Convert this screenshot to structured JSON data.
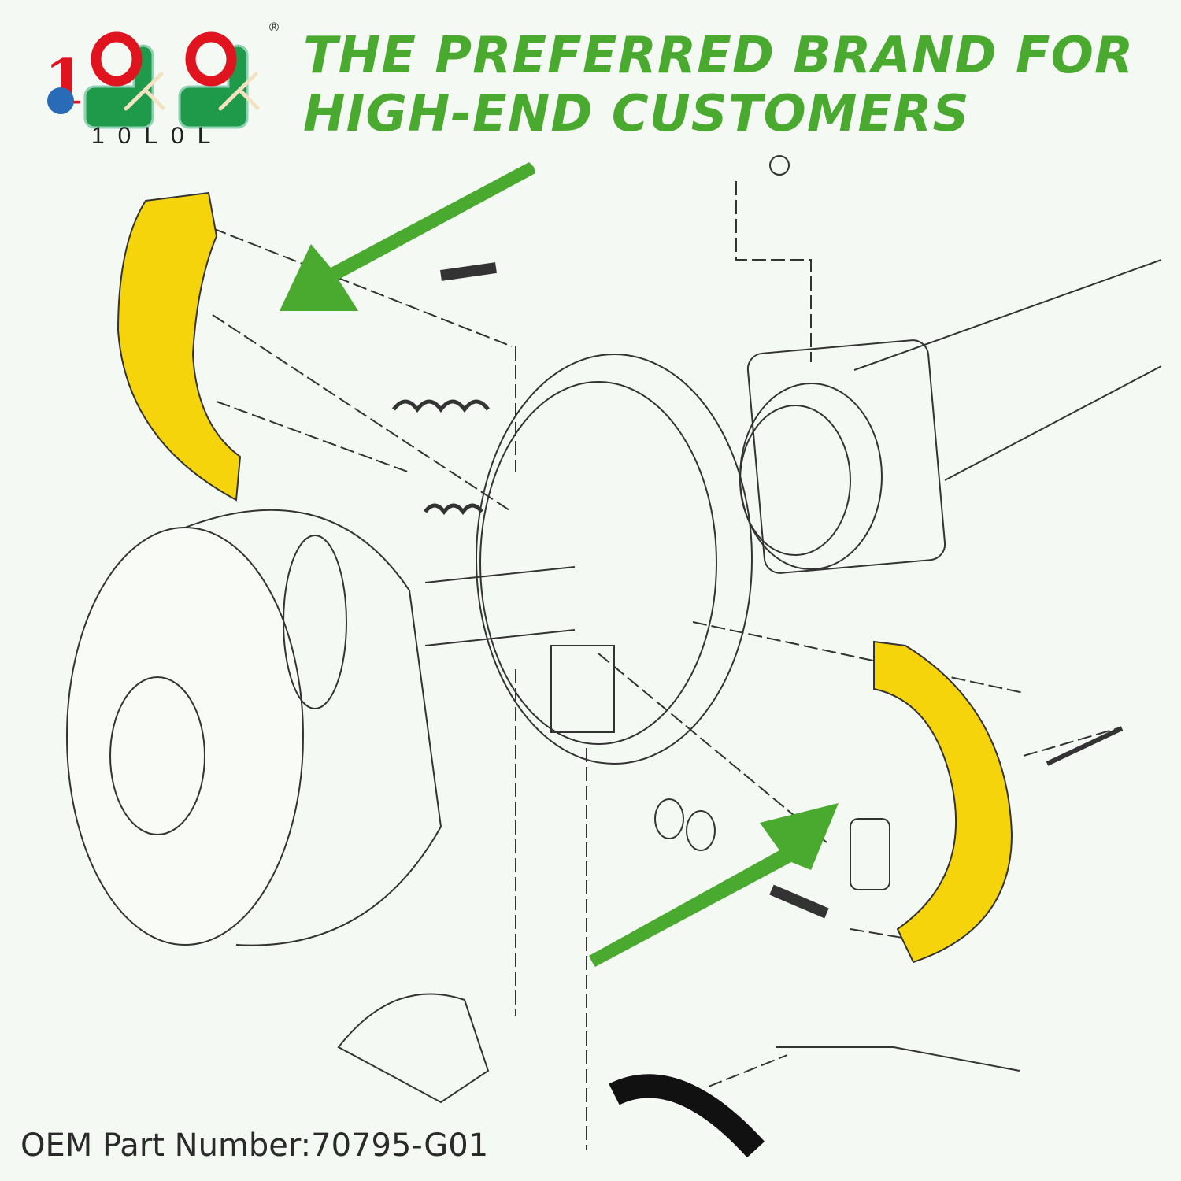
{
  "brand": {
    "logo_text": "10L0L",
    "registered_mark": "®"
  },
  "headline": {
    "line1": "THE PREFERRED BRAND FOR",
    "line2": "HIGH-END CUSTOMERS"
  },
  "footer": {
    "oem_label": "OEM Part Number:70795-G01"
  },
  "colors": {
    "accent_green": "#4aa92f",
    "shoe_yellow": "#f5d40c",
    "logo_red": "#e0141e",
    "logo_green": "#1f9a4a",
    "line": "#333333"
  }
}
